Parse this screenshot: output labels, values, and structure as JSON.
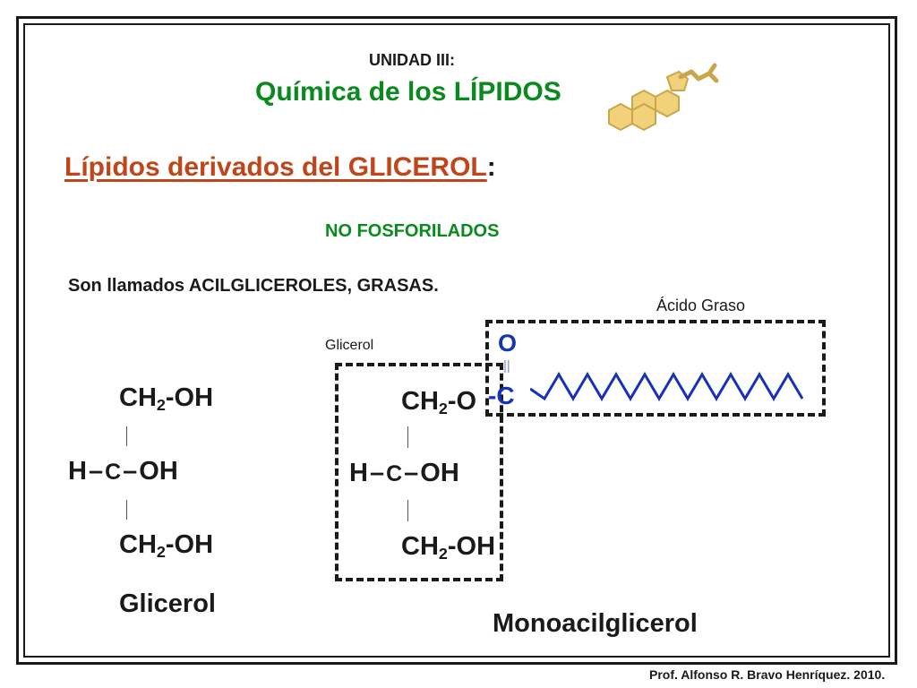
{
  "header": {
    "unit": "UNIDAD III:",
    "title": "Química de los LÍPIDOS"
  },
  "section_title": "Lípidos derivados del GLICEROL",
  "section_title_colon": ":",
  "subtitle": "NO FOSFORILADOS",
  "description": "Son llamados ACILGLICEROLES, GRASAS.",
  "glycerol": {
    "top_group": {
      "prefix": "CH",
      "sub": "2",
      "suffix": "-OH"
    },
    "middle": {
      "h": "H",
      "dash1": "–",
      "c": "C",
      "dash2": "–",
      "oh": "OH"
    },
    "bottom_group": {
      "prefix": "CH",
      "sub": "2",
      "suffix": "-OH"
    },
    "caption": "Glicerol"
  },
  "monoacyl": {
    "box_label_glycerol": "Glicerol",
    "box_label_fatty_acid": "Ácido Graso",
    "top_group": {
      "prefix": "CH",
      "sub": "2",
      "suffix": "-O"
    },
    "middle": {
      "h": "H",
      "dash1": "–",
      "c": "C",
      "dash2": "–",
      "oh": "OH"
    },
    "bottom_group": {
      "prefix": "CH",
      "sub": "2",
      "suffix": "-OH"
    },
    "carbonyl_o": "O",
    "double_bond": "||",
    "acyl_c": "-C",
    "caption": "Monoacilglicerol"
  },
  "colors": {
    "title_green": "#0a8a1e",
    "section_orange": "#c0451a",
    "acyl_blue": "#1533b5",
    "steroid_yellow": "#f1d27a"
  },
  "icons": [
    "steroid-molecule-icon",
    "fatty-acid-chain-icon"
  ],
  "footer": "Prof. Alfonso R. Bravo Henríquez. 2010."
}
